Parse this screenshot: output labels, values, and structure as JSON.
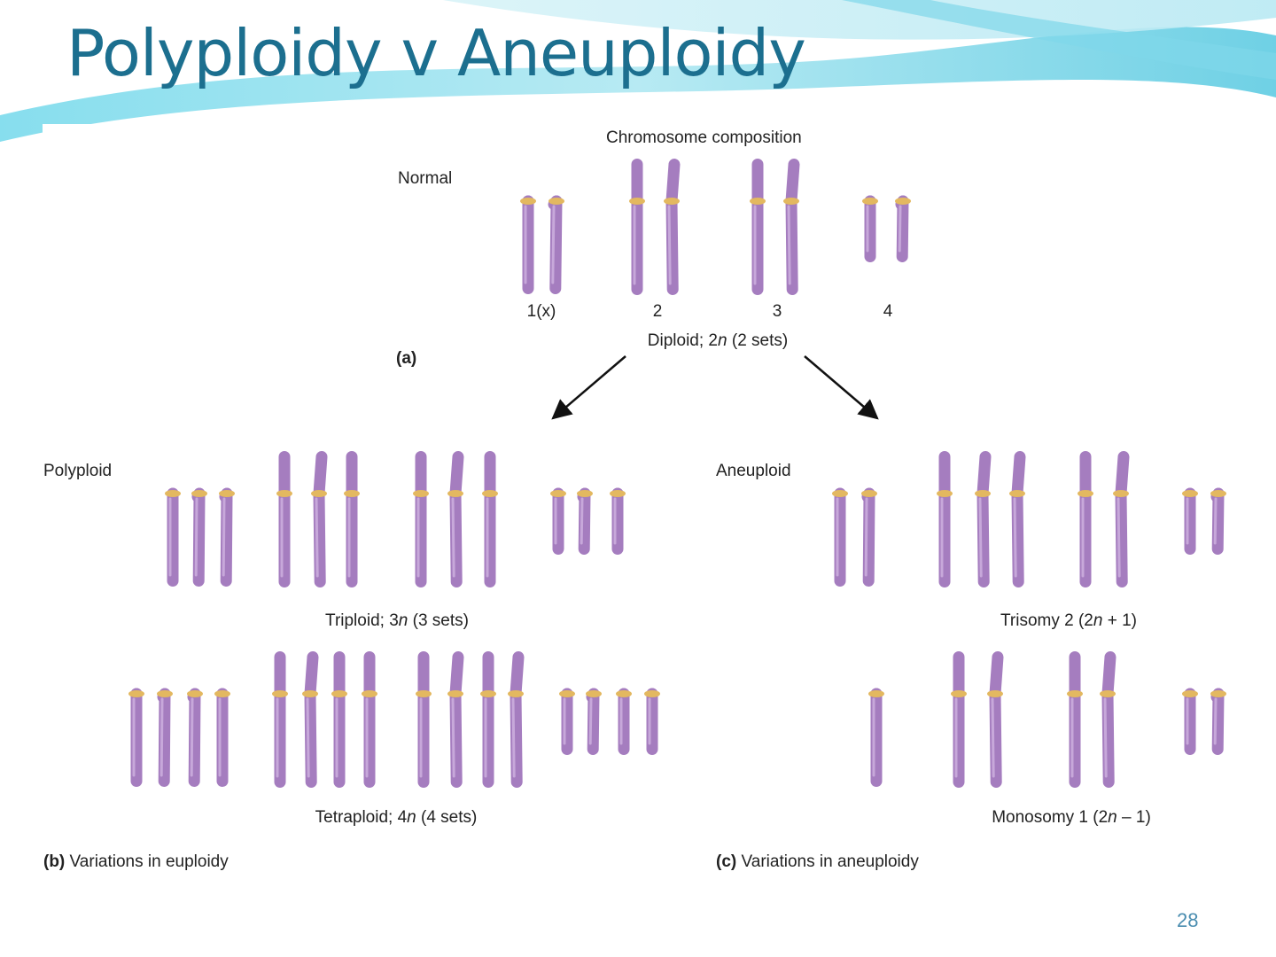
{
  "slide": {
    "title": "Polyploidy v Aneuploidy",
    "page_number": "28"
  },
  "figure": {
    "header": "Chromosome composition",
    "normal_label": "Normal",
    "chromosome_numbers": [
      "1(x)",
      "2",
      "3",
      "4"
    ],
    "diploid_caption": {
      "pre": "Diploid; 2",
      "italic": "n",
      "post": " (2 sets)"
    },
    "panel_a": "(a)",
    "polyploid_label": "Polyploid",
    "aneuploid_label": "Aneuploid",
    "triploid_caption": {
      "pre": "Triploid; 3",
      "italic": "n",
      "post": " (3 sets)"
    },
    "tetraploid_caption": {
      "pre": "Tetraploid; 4",
      "italic": "n",
      "post": " (4 sets)"
    },
    "trisomy_caption": {
      "pre": "Trisomy 2 (2",
      "italic": "n",
      "post": " + 1)"
    },
    "monosomy_caption": {
      "pre": "Monosomy 1 (2",
      "italic": "n",
      "post": " – 1)"
    },
    "panel_b": {
      "letter": "(b)",
      "text": " Variations in euploidy"
    },
    "panel_c": {
      "letter": "(c)",
      "text": " Variations in aneuploidy"
    }
  },
  "colors": {
    "chromosome": "#a57dbf",
    "centromere": "#e3b860",
    "title": "#1c6f8f"
  }
}
